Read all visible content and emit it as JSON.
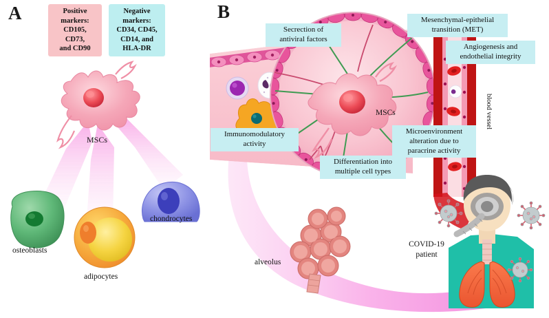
{
  "figure": {
    "panels": [
      {
        "letter": "A"
      },
      {
        "letter": "B"
      }
    ]
  },
  "panel_a": {
    "letter": "A",
    "marker_boxes": [
      {
        "name": "positive-markers",
        "text": "Positive markers: CD105, CD73, and CD90",
        "lines": [
          "Positive",
          "markers:",
          "CD105,",
          "CD73,",
          "and CD90"
        ],
        "color": "#f8c4c7"
      },
      {
        "name": "negative-markers",
        "text": "Negative markers: CD34, CD45, CD14, and HLA-DR",
        "lines": [
          "Negative",
          "markers:",
          "CD34, CD45,",
          "CD14, and",
          "HLA-DR"
        ],
        "color": "#bdeef0"
      }
    ],
    "msc_label": "MSCs",
    "lineage_labels": [
      {
        "name": "osteoblasts",
        "label": "osteoblasts",
        "color": "#64b87c"
      },
      {
        "name": "adipocytes",
        "label": "adipocytes",
        "color": "#f2c12e"
      },
      {
        "name": "chondrocytes",
        "label": "chondrocytes",
        "color": "#8f92e3"
      }
    ]
  },
  "panel_b": {
    "letter": "B",
    "msc_label": "MSCs",
    "blood_vessel_label": "blood vessel",
    "alveolus_label": "alveolus",
    "patient_label": "COVID-19 patient",
    "patient_label_lines": [
      "COVID-19",
      "patient"
    ],
    "callouts": [
      {
        "name": "secretion-of-antiviral-factors",
        "text": "Secrection of antiviral factors",
        "lines": [
          "Secrection of",
          "antiviral factors"
        ]
      },
      {
        "name": "mesenchymal-epithelial-transition",
        "text": "Mesenchymal-epithelial transition (MET)",
        "lines": [
          "Mesenchymal-epithelial",
          "transition (MET)"
        ]
      },
      {
        "name": "angiogenesis-and-endothelial-integrity",
        "text": "Angiogenesis and endothelial integrity",
        "lines": [
          "Angiogenesis and",
          "endothelial integrity"
        ]
      },
      {
        "name": "immunomodulatory-activity",
        "text": "Immunomodulatory activity",
        "lines": [
          "Immunomodulatory",
          "activity"
        ]
      },
      {
        "name": "differentiation-into-multiple-cell-types",
        "text": "Differentiation into multiple cell types",
        "lines": [
          "Differentiation into",
          "multiple cell types"
        ]
      },
      {
        "name": "microenvironment-alteration",
        "text": "Microenvironment alteration due to paracrine activity",
        "lines": [
          "Microenvironment",
          "alteration due to",
          "paracrine activity"
        ]
      }
    ]
  },
  "colors": {
    "callout_bg": "#c7eef2",
    "positive_box": "#f8c4c7",
    "negative_box": "#bdeef0",
    "msc_body": "#f5a7b8",
    "msc_nucleus": "#e8434f",
    "beam_pink": "#f9a8e0",
    "vessel_red": "#c81414",
    "lung_orange": "#f4673a",
    "scrubs_teal": "#1fbfa8",
    "virus_grey": "#b9c2c4",
    "arrow_green": "#3f9b52",
    "epithelium_pink": "#e0559a",
    "tissue_pink": "#f9c6cc"
  }
}
